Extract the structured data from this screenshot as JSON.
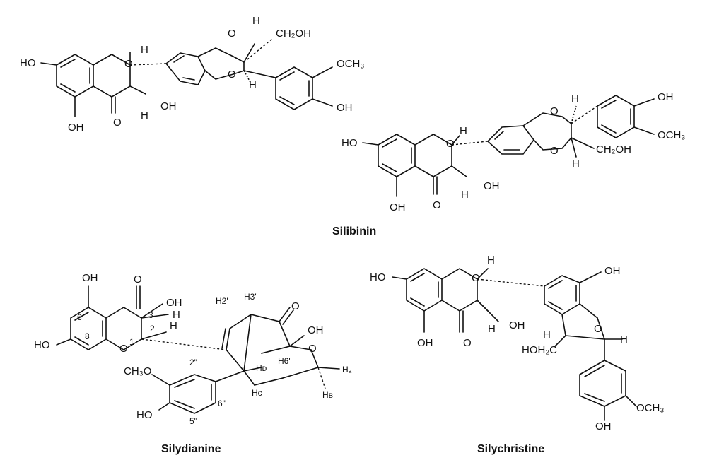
{
  "compounds": [
    {
      "name": "Silibinin"
    },
    {
      "name": "Silydianine"
    },
    {
      "name": "Silychristine"
    }
  ],
  "labels": {
    "OH": "OH",
    "HO": "HO",
    "O": "O",
    "H": "H",
    "OCH3": "OCH₃",
    "CH3O": "CH₃O",
    "CH2OH": "CH₂OH",
    "HOH2C": "HOH₂C",
    "n1": "1",
    "n2": "2",
    "n3": "3",
    "n6": "6",
    "n8": "8",
    "n2pp": "2\"",
    "n5pp": "5\"",
    "n6pp": "6\"",
    "H2p": "H2'",
    "H3p": "H3'",
    "H6p": "H6'",
    "HA": "Hₐ",
    "HB": "Hʙ",
    "HC": "Hc",
    "HD": "Hᴅ"
  }
}
